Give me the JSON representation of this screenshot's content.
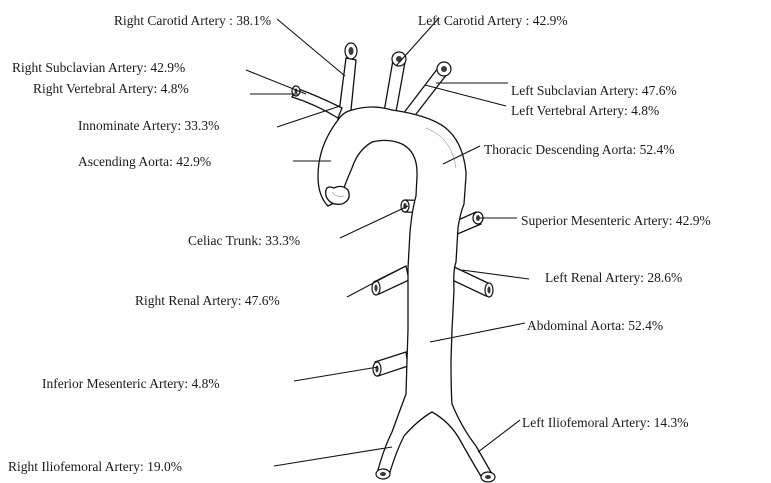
{
  "labels": {
    "right_carotid": "Right Carotid Artery : 38.1%",
    "left_carotid": "Left Carotid Artery : 42.9%",
    "right_subclavian": "Right Subclavian  Artery: 42.9%",
    "right_vertebral": "Right Vertebral Artery: 4.8%",
    "left_subclavian": "Left Subclavian  Artery: 47.6%",
    "left_vertebral": "Left Vertebral Artery: 4.8%",
    "innominate": "Innominate  Artery: 33.3%",
    "ascending_aorta": "Ascending Aorta: 42.9%",
    "thoracic_descending": "Thoracic Descending Aorta: 52.4%",
    "celiac_trunk": "Celiac Trunk: 33.3%",
    "superior_mesenteric": "Superior Mesenteric Artery: 42.9%",
    "left_renal": "Left Renal Artery: 28.6%",
    "right_renal": "Right Renal Artery: 47.6%",
    "abdominal_aorta": "Abdominal Aorta: 52.4%",
    "inferior_mesenteric": "Inferior Mesenteric Artery: 4.8%",
    "left_iliofemoral": "Left Iliofemoral  Artery: 14.3%",
    "right_iliofemoral": "Right Iliofemoral  Artery: 19.0%"
  }
}
